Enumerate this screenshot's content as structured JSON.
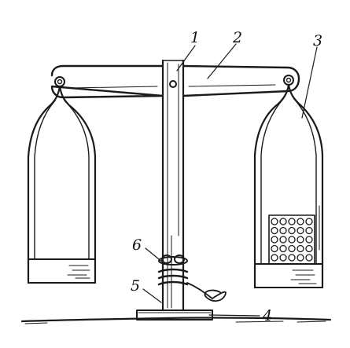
{
  "diagram": {
    "labels": [
      {
        "id": "1",
        "text": "1"
      },
      {
        "id": "2",
        "text": "2"
      },
      {
        "id": "3",
        "text": "3"
      },
      {
        "id": "4",
        "text": "4"
      },
      {
        "id": "5",
        "text": "5"
      },
      {
        "id": "6",
        "text": "6"
      }
    ]
  }
}
